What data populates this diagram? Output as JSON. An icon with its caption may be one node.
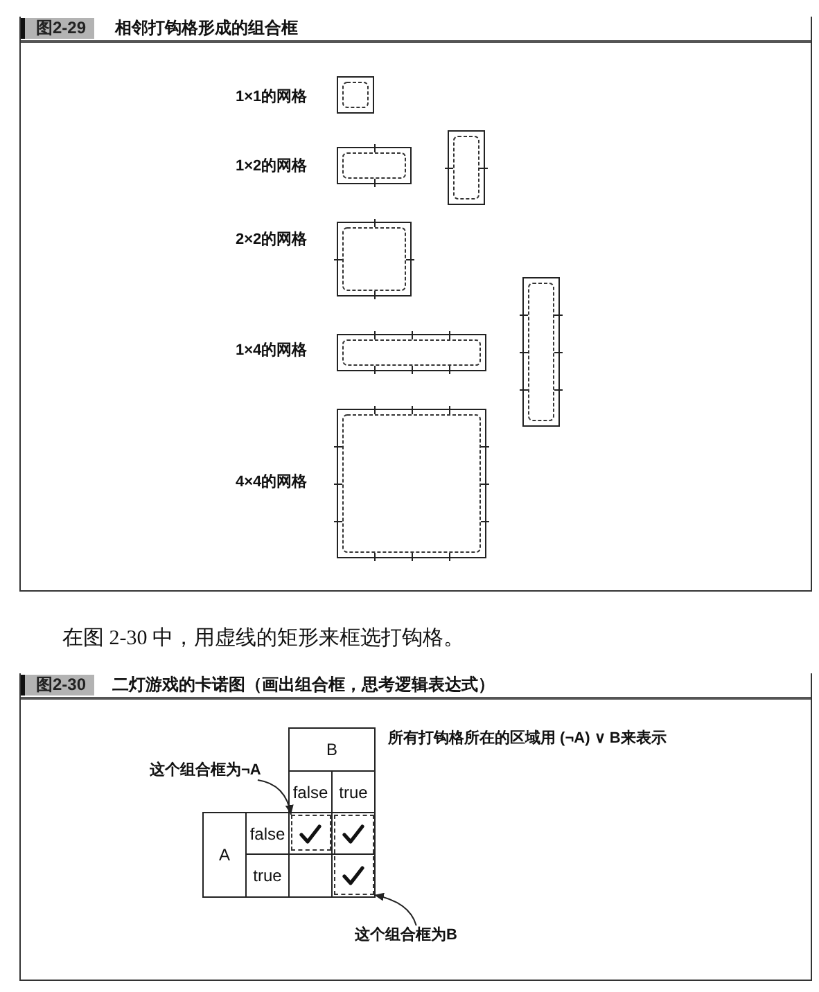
{
  "diagram": {
    "nodes": [
      {
        "text": [
          "图2-29",
          "相邻打钩格形成的组合框"
        ]
      },
      {
        "text": [
          "图2-30",
          "二灯游戏的卡诺图（画出组合框，思考逻辑表达式）"
        ]
      },
      {
        "text": [
          "这个组合框为¬A"
        ],
        "in": 1
      },
      {
        "text": [],
        "shape": "box",
        "in": 1
      },
      {
        "text": [],
        "shape": "box",
        "in": 1
      },
      {
        "text": [
          "这个组合框为B"
        ],
        "in": 1
      }
    ],
    "edges": [
      {
        "from": 2,
        "to": 3,
        "arrow": "to"
      },
      {
        "from": 5,
        "to": 4,
        "arrow": "to"
      }
    ],
    "labels": [
      "1×1的网格",
      "1×2的网格",
      "2×2的网格",
      "1×4的网格",
      "4×4的网格",
      "在图 2-30 中，用虚线的矩形来框选打钩格。",
      "B",
      "所有打钩格所在的区域用 (¬A) ∨ B来表示",
      "false",
      "true",
      "A",
      "false",
      "true"
    ]
  }
}
